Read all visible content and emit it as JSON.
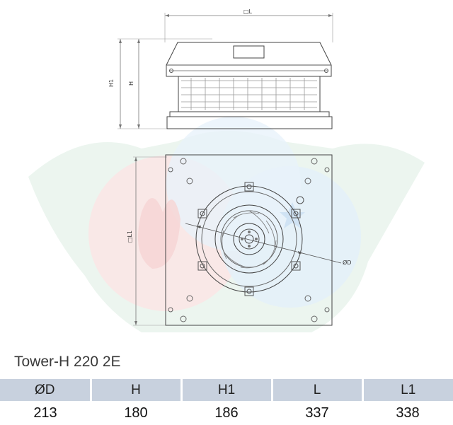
{
  "drawing": {
    "labels": {
      "top_width": "□L",
      "height_outer": "H1",
      "height_inner": "H",
      "plate_width": "□L1",
      "diameter": "ØD"
    }
  },
  "product": {
    "title": "Tower-H 220 2E"
  },
  "specs": {
    "headers": [
      "ØD",
      "H",
      "H1",
      "L",
      "L1"
    ],
    "values": [
      "213",
      "180",
      "186",
      "337",
      "338"
    ]
  }
}
